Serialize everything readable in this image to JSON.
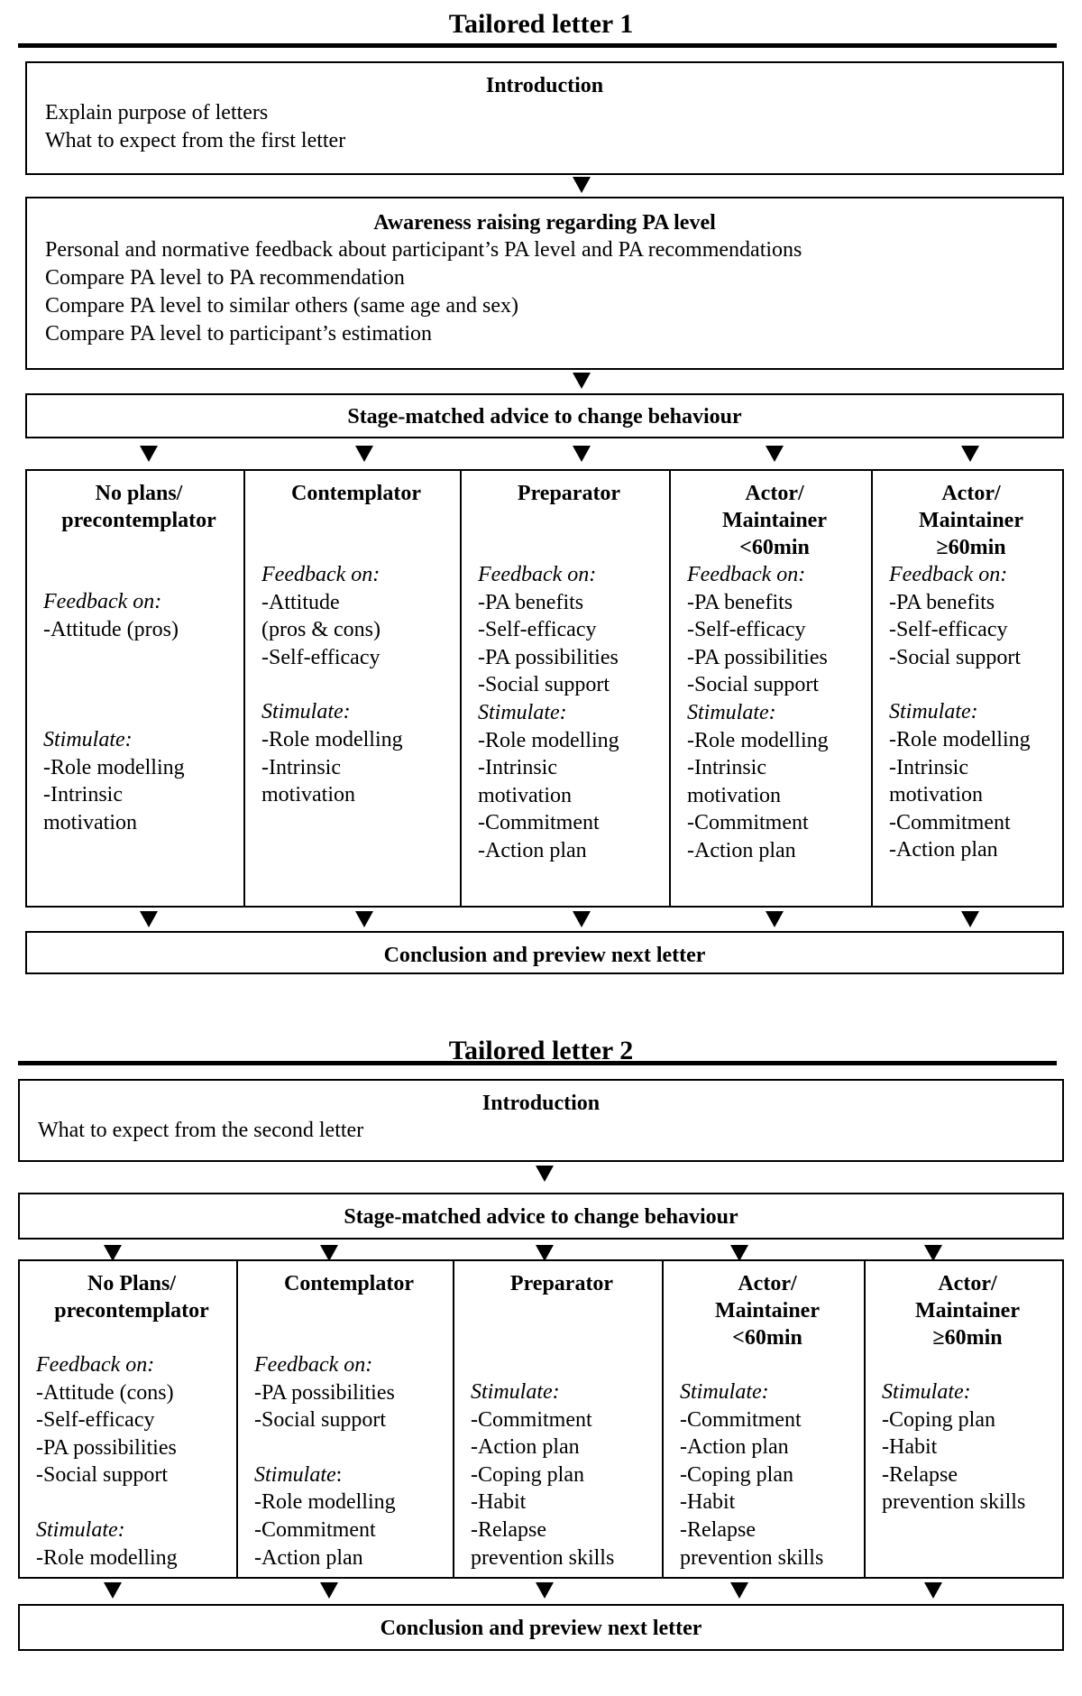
{
  "letter1": {
    "title": "Tailored letter 1",
    "intro": {
      "heading": "Introduction",
      "lines": [
        "Explain purpose of letters",
        "What to expect from the first letter"
      ]
    },
    "awareness": {
      "heading": "Awareness raising regarding PA level",
      "lines": [
        "Personal and normative feedback about participant’s PA level and PA recommendations",
        "Compare PA level to PA recommendation",
        "Compare PA level to similar others (same age and sex)",
        "Compare PA level to participant’s estimation"
      ]
    },
    "stage_advice": "Stage-matched advice to change behaviour",
    "columns": [
      {
        "heading": [
          "No plans/",
          "precontemplator"
        ],
        "feedback_label": "Feedback on:",
        "feedback": [
          "-Attitude (pros)"
        ],
        "stimulate_label": "Stimulate:",
        "stimulate": [
          "-Role modelling",
          "-Intrinsic",
          "motivation"
        ]
      },
      {
        "heading": [
          "Contemplator"
        ],
        "feedback_label": "Feedback on:",
        "feedback": [
          "-Attitude",
          "(pros & cons)",
          "-Self-efficacy"
        ],
        "stimulate_label": "Stimulate:",
        "stimulate": [
          "-Role modelling",
          "-Intrinsic",
          "motivation"
        ]
      },
      {
        "heading": [
          "Preparator"
        ],
        "feedback_label": "Feedback on:",
        "feedback": [
          "-PA benefits",
          "-Self-efficacy",
          "-PA possibilities",
          "-Social support"
        ],
        "stimulate_label": "Stimulate:",
        "stimulate": [
          "-Role modelling",
          "-Intrinsic",
          "motivation",
          "-Commitment",
          "-Action plan"
        ]
      },
      {
        "heading": [
          "Actor/",
          "Maintainer",
          "<60min"
        ],
        "feedback_label": "Feedback on:",
        "feedback": [
          "-PA benefits",
          "-Self-efficacy",
          "-PA possibilities",
          "-Social support"
        ],
        "stimulate_label": "Stimulate:",
        "stimulate": [
          "-Role modelling",
          "-Intrinsic",
          "motivation",
          "-Commitment",
          "-Action plan"
        ]
      },
      {
        "heading": [
          "Actor/",
          "Maintainer",
          "≥60min"
        ],
        "feedback_label": "Feedback on:",
        "feedback": [
          "-PA benefits",
          "-Self-efficacy",
          "-Social support"
        ],
        "stimulate_label": "Stimulate:",
        "stimulate": [
          "-Role modelling",
          "-Intrinsic",
          "motivation",
          "-Commitment",
          "-Action plan"
        ]
      }
    ],
    "conclusion": "Conclusion and preview next letter"
  },
  "letter2": {
    "title": "Tailored letter 2",
    "intro": {
      "heading": "Introduction",
      "lines": [
        "What to expect from the second letter"
      ]
    },
    "stage_advice": "Stage-matched advice to change behaviour",
    "columns": [
      {
        "heading": [
          "No Plans/",
          "precontemplator"
        ],
        "feedback_label": "Feedback on:",
        "feedback": [
          "-Attitude (cons)",
          "-Self-efficacy",
          "-PA possibilities",
          "-Social support"
        ],
        "stimulate_label": "Stimulate:",
        "stimulate": [
          "-Role modelling"
        ]
      },
      {
        "heading": [
          "Contemplator"
        ],
        "feedback_label": "Feedback on:",
        "feedback": [
          "-PA possibilities",
          "-Social support"
        ],
        "stimulate_label": "Stimulate",
        "stimulate_suffix": ":",
        "stimulate": [
          "-Role modelling",
          "-Commitment",
          "-Action plan"
        ]
      },
      {
        "heading": [
          "Preparator"
        ],
        "feedback_label": "",
        "feedback": [],
        "stimulate_label": "Stimulate:",
        "stimulate": [
          "-Commitment",
          "-Action plan",
          "-Coping plan",
          "-Habit",
          "-Relapse",
          "prevention skills"
        ]
      },
      {
        "heading": [
          "Actor/",
          "Maintainer",
          "<60min"
        ],
        "feedback_label": "",
        "feedback": [],
        "stimulate_label": "Stimulate:",
        "stimulate": [
          "-Commitment",
          "-Action plan",
          "-Coping plan",
          "-Habit",
          "-Relapse",
          "prevention skills"
        ]
      },
      {
        "heading": [
          "Actor/",
          "Maintainer",
          "≥60min"
        ],
        "feedback_label": "",
        "feedback": [],
        "stimulate_label": "Stimulate:",
        "stimulate": [
          "-Coping plan",
          "-Habit",
          "-Relapse",
          "prevention skills"
        ]
      }
    ],
    "conclusion": "Conclusion and preview next letter"
  }
}
